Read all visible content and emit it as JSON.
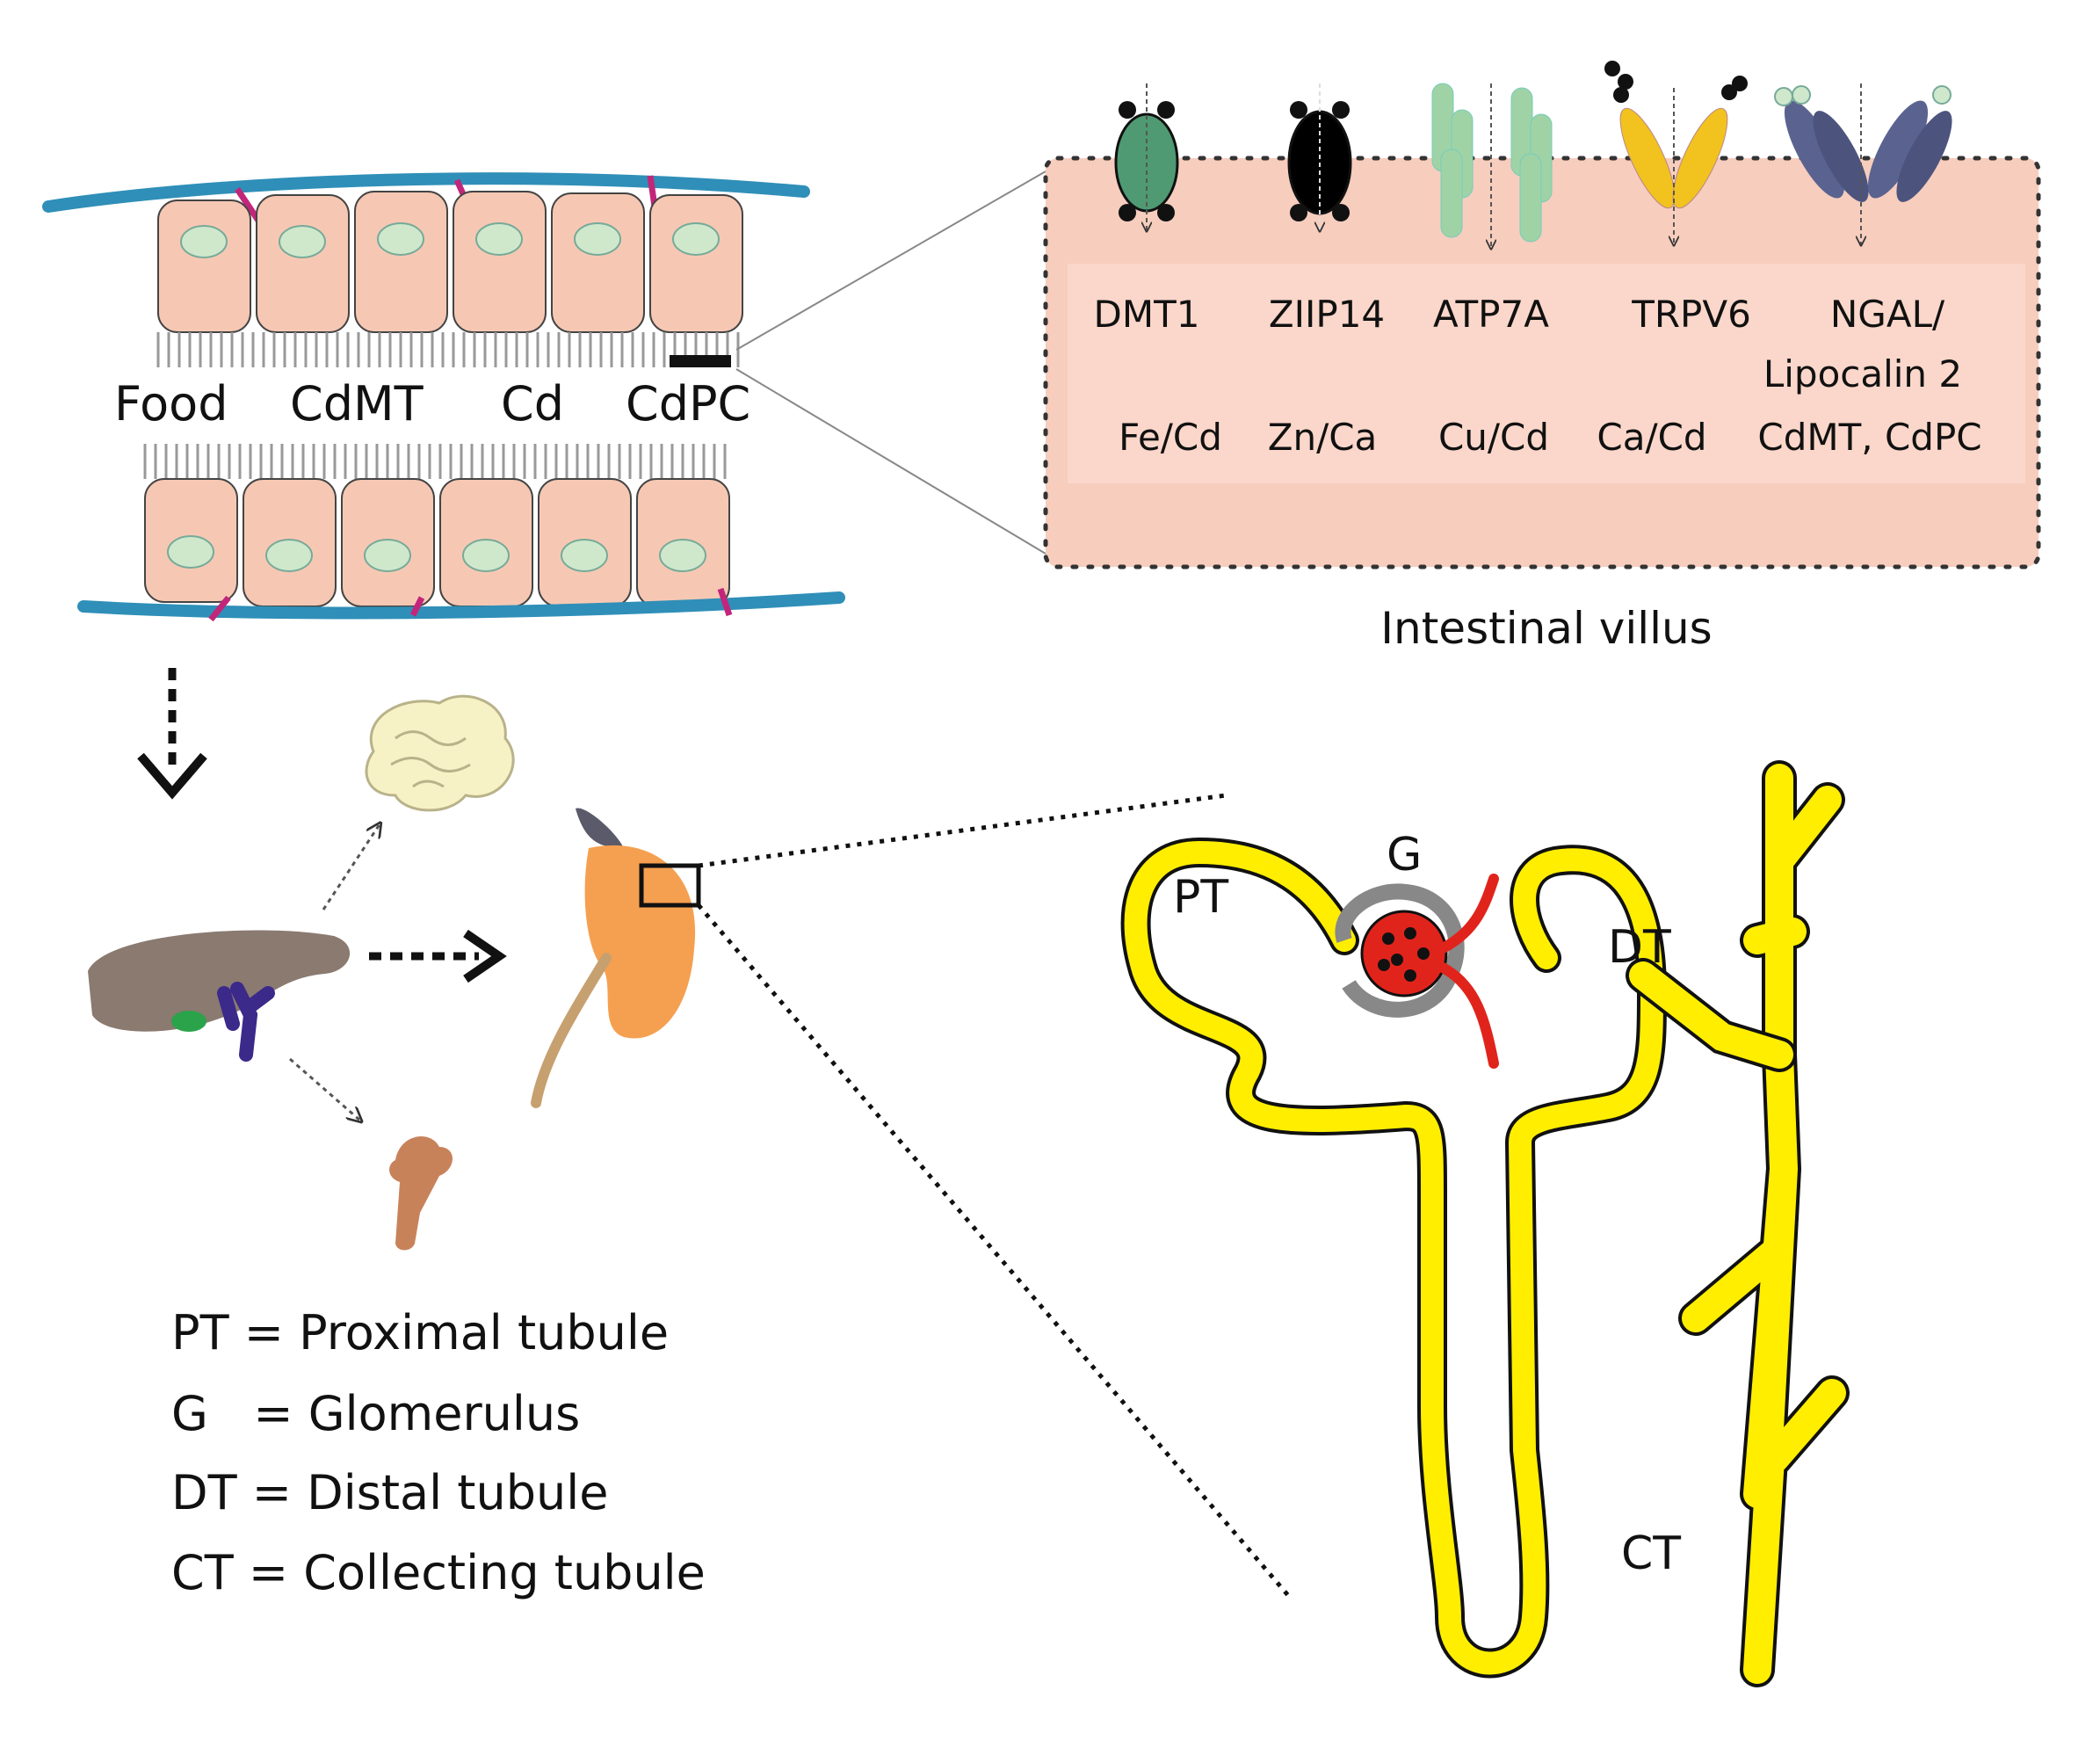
{
  "intestine_labels": {
    "food": "Food",
    "cdmt": "CdMT",
    "cd": "Cd",
    "cdpc": "CdPC"
  },
  "villus": {
    "caption": "Intestinal villus",
    "transporters": [
      {
        "name": "DMT1",
        "substrate": "Fe/Cd",
        "color": "#4f9a73"
      },
      {
        "name": "ZIIP14",
        "substrate": "Zn/Ca",
        "color": "#000000"
      },
      {
        "name": "ATP7A",
        "substrate": "Cu/Cd",
        "color": "#9fd3a6"
      },
      {
        "name": "TRPV6",
        "substrate": "Ca/Cd",
        "color": "#f2c21f"
      },
      {
        "name": "NGAL/",
        "name2": "Lipocalin 2",
        "substrate": "CdMT, CdPC",
        "color": "#5a6390"
      }
    ]
  },
  "nephron_labels": {
    "pt": "PT",
    "g": "G",
    "dt": "DT",
    "ct": "CT"
  },
  "legend": [
    "PT = Proximal tubule",
    "G   = Glomerulus",
    "DT = Distal tubule",
    "CT = Collecting tubule"
  ],
  "colors": {
    "epithelium": "#f6c8b3",
    "nucleus": "#cfe8cc",
    "blood_vessel_blue": "#2f8fb8",
    "blood_vessel_magenta": "#c2267a",
    "villus_fill": "#f7cdbe",
    "tubule": "#ffee00",
    "kidney": "#f5a050",
    "liver": "#8a7a70",
    "bone": "#c8825a",
    "glomerulus": "#e0241c"
  }
}
